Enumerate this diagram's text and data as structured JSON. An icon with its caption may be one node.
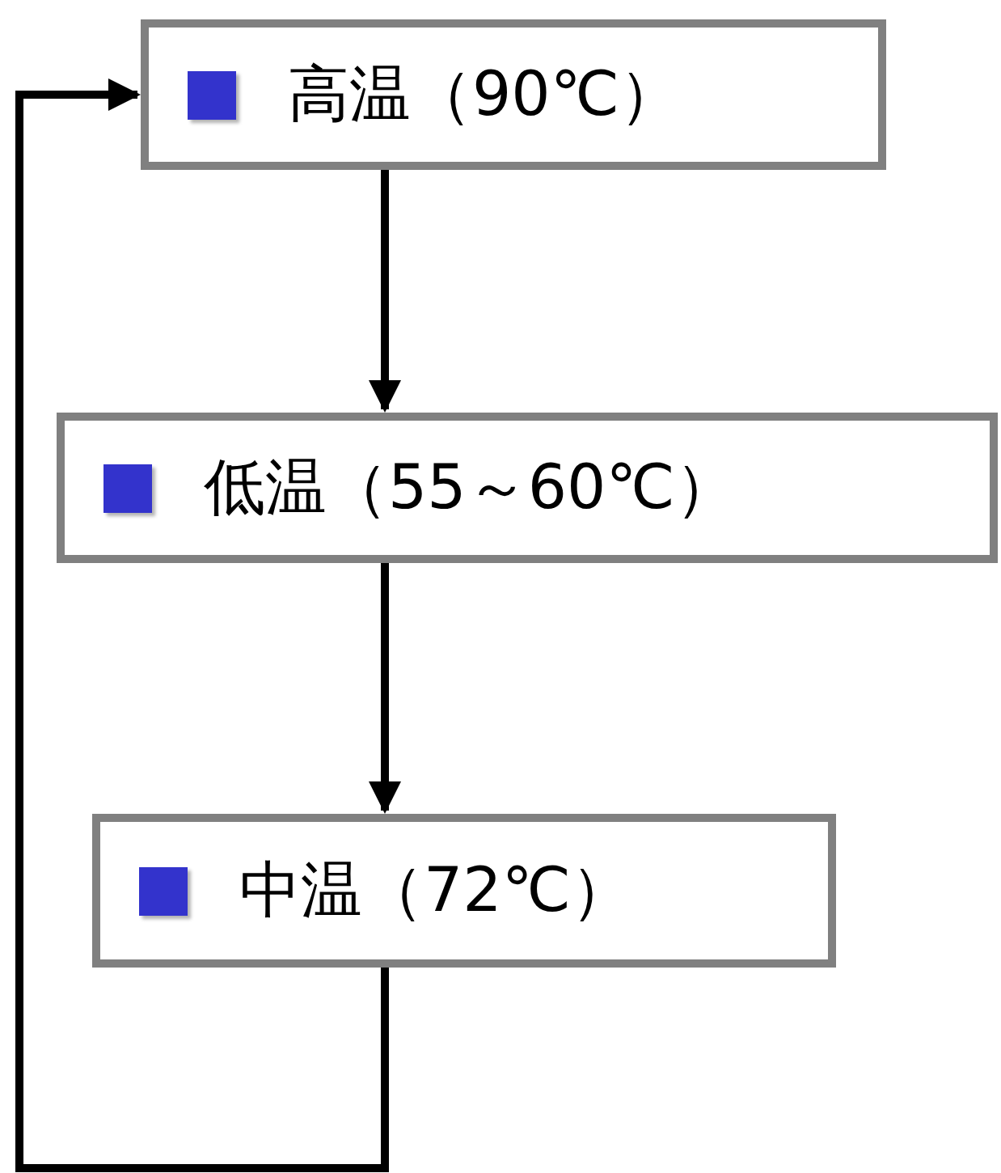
{
  "diagram": {
    "nodes": [
      {
        "text": [
          "高温（90℃）"
        ]
      },
      {
        "text": [
          "低温（55～60℃）"
        ]
      },
      {
        "text": [
          "中温（72℃）"
        ]
      }
    ],
    "edges": [
      {
        "from": 0,
        "to": 1,
        "arrow": "to"
      },
      {
        "from": 1,
        "to": 2,
        "arrow": "to"
      },
      {
        "from": 2,
        "to": 0,
        "arrow": "to"
      }
    ]
  }
}
